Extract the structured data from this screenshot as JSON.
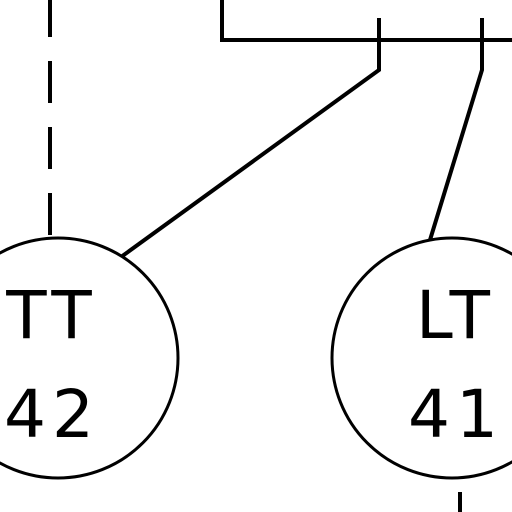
{
  "instruments": [
    {
      "id": "temperature-transmitter",
      "letters": "TT",
      "loop_number": "42"
    },
    {
      "id": "level-transmitter",
      "letters": "LT",
      "loop_number": "41"
    }
  ],
  "colors": {
    "line": "#000000",
    "background": "#ffffff"
  }
}
